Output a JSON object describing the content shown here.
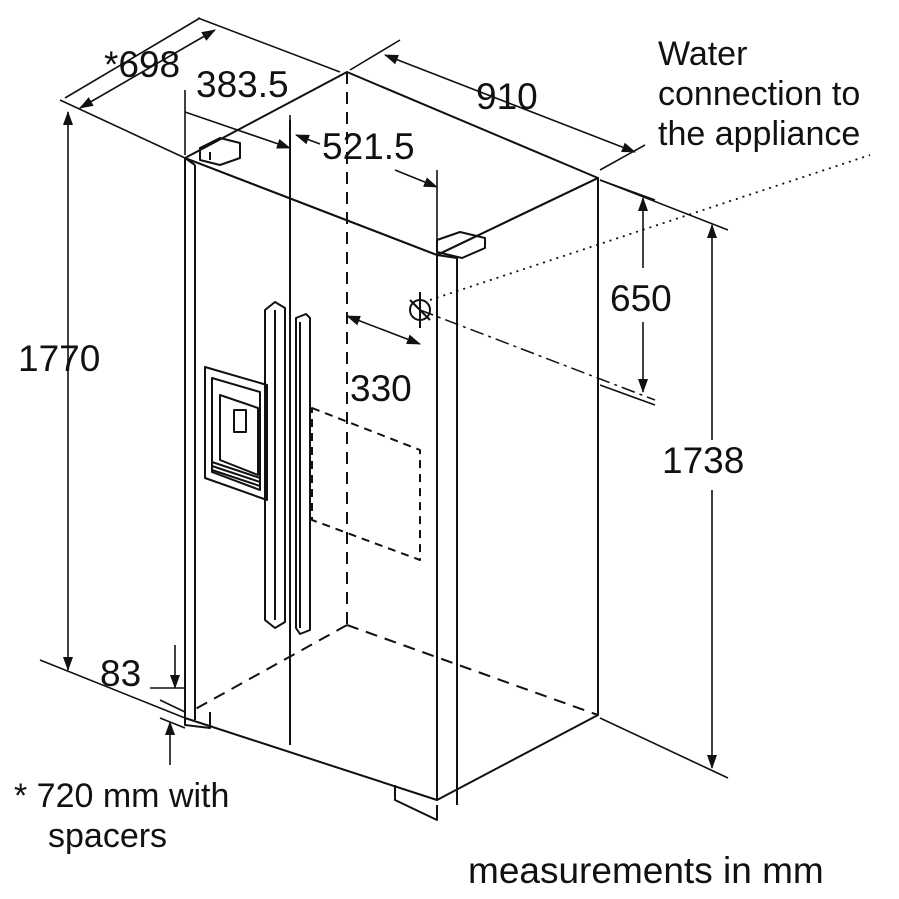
{
  "dimensions": {
    "depth_with_spacers": "*698",
    "door_depth": "383.5",
    "width": "910",
    "connection_from_side": "521.5",
    "connection_height_from_top": "650",
    "connection_offset": "330",
    "total_height": "1770",
    "body_height": "1738",
    "foot_height": "83"
  },
  "labels": {
    "water_connection": [
      "Water",
      "connection to",
      "the appliance"
    ],
    "spacer_note": [
      "* 720 mm with",
      "spacers"
    ],
    "units_note": "measurements in mm"
  },
  "colors": {
    "line": "#111111",
    "background": "#ffffff"
  }
}
